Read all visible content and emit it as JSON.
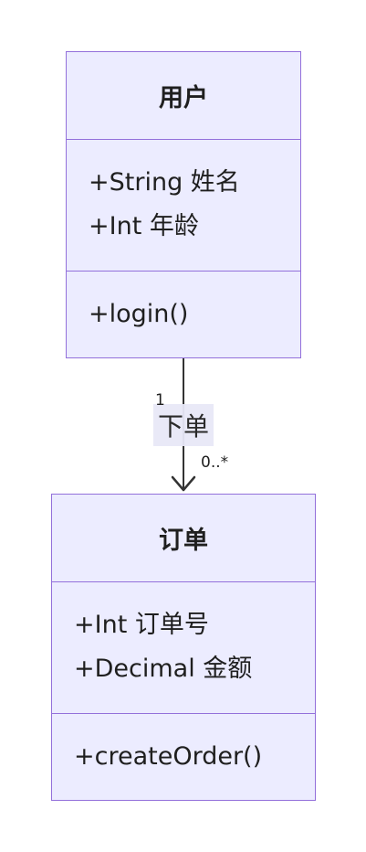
{
  "classes": {
    "user": {
      "name": "用户",
      "attributes": [
        "+String 姓名",
        "+Int 年龄"
      ],
      "methods": [
        "+login()"
      ]
    },
    "order": {
      "name": "订单",
      "attributes": [
        "+Int 订单号",
        "+Decimal 金额"
      ],
      "methods": [
        "+createOrder()"
      ]
    }
  },
  "relation": {
    "label": "下单",
    "source_multiplicity": "1",
    "target_multiplicity": "0..*"
  },
  "colors": {
    "box_fill": "#ECECFF",
    "box_border": "#9370DB",
    "edge": "#333333",
    "label_bg": "#E8E8F7"
  }
}
